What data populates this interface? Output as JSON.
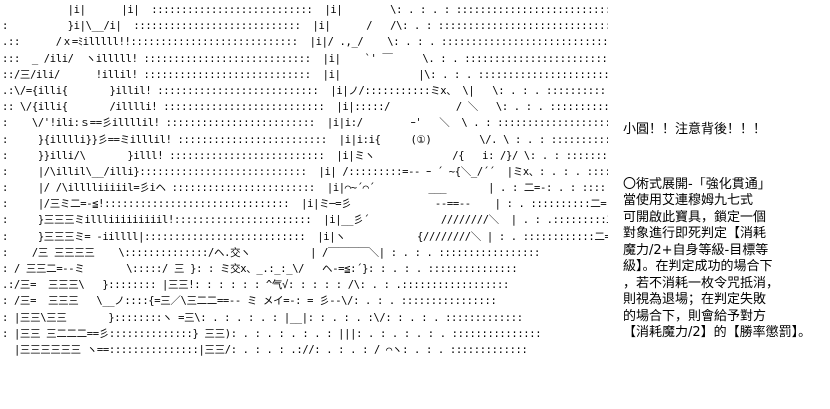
{
  "art_lines": [
    "           |i|      |i|  :::::::::::::::::::::::::::  |i|        \\: . : . : ::::::::::::::::::::::::::::::::",
    ":          }i|\\__/i|  ::::::::::::::::::::::::::::  |i|      /   /\\: . : ::::::::::::::::::::::::::::::::::",
    ".::      /ｘ=ﾐilllll!!::::::::::::::::::::::::::::  |i|/ .,_/    \\: . : . ::::::::::::::::::::::::::::::::",
    ":::  _ /ili/  ヽilllll! ::::::::::::::::::::::::::::  |i|    `' ￣     \\. : . ::::::::::::::::::::::::::::::",
    "::/三/ili/      !illil! ::::::::::::::::::::::::::::  |i|             |\\: . : . :::::::::::::::::::::::::::",
    ".:\\/={illi{       }illil! :::::::::::::::::::::::::::  |i|ノ/:::::::::::ミx、 \\|   \\: . : . ::::::::::::::::::::",
    ":: \\/{illi{       /illlli! :::::::::::::::::::::::::::  |i|:::::/           / ＼   \\: . : . :::::::::::::::::",
    ":    \\/'!ili:ｓ==彡illllil! :::::::::::::::::::::::::  |i|i:/        ｰ'   ＼  \\ . : :::::::::::::::::::::::",
    ":     }{illlli}}彡==ミilllil! :::::::::::::::::::::::::  |i|i:i{     (①)        \\/. \\ : . : ::::::::::::::",
    ":     }}illi/\\       }illl! ::::::::::::::::::::::::::  |i|ミヽ             /{   i: /}/ \\: . : :::::::::",
    ":     |/\\illil\\__/illi}::::::::::::::::::::::::::::  |i| /:::::::::=-- ｰ ´ ~{＼_/´´  |ミx、: . : . :::::::",
    ":     |/ /\\illlliiiiil=彡iヘ ::::::::::::::::::::::::  |i|⌒~´⌒´         ___       | . : 二=-: . : ::::::",
    ":     |/三ミ二=-≦!:::::::::::::::::::::::::::::::  |i|ミ─=彡              --==--    | : . ::::::::::二=-: : .::",
    ":     }三三三ミillliiiiiiiiil!:::::::::::::::::::::::  |i|__彡´            ////////＼  | . : .:::::::::二=-: : .::",
    ":     }三三三ミ= -iillll|:::::::::::::::::::::::::::  |i|ヽ            {////////＼ | : . ::::::::::::二=-::::",
    ":    /三 三三三三    \\::::::::::::::/ヘ.交ヽ          | /￣￣￣￣＼| : . : . :::::::::::::::::",
    ": / 三三二=--ミ       \\:::::/ 三 }: : ミ交x、_.:_:_\\/   ヘ-=≦:´}: : . : . :::::::::::::::",
    ".:/三=  三三三\\   }:::::::: |三三!: : : : : : ^气√: : : : : /\\: . : .::::::::::::::::::",
    ": /三=  三三三   \\__ノ::::{=三／\\三二二==-- ミ メイ=-: = 彡--\\/: . : . ::::::::::::::::",
    ": |三三\\三三       }::::::::ヽ =三\\: . : . : . : |__|: : . : . :\\/: : . : . :::::::::::::",
    ": |三三 三二二二==彡::::::::::::::} 三三): . : . : . : . : |||: . : . : . : . :::::::::::::::",
    "  |三三三三三三 ヽ==:::::::::::::::|三三/: . : . : .://: . : . : / ⌒ヽ: . : . :::::::::::::"
  ],
  "warning_text": "小圓！！注意背後！！！",
  "explanation_lines": [
    "〇術式展開-「強化貫通」",
    "當使用艾連穆姆九七式",
    "可開啟此寶具，鎖定一個",
    "對象進行即死判定【消耗",
    "魔力/2+自身等級-目標等",
    "級】。在判定成功的場合下",
    "，若不消耗一枚令咒抵消，",
    "則視為退場；在判定失敗",
    "的場合下，則會給予對方",
    "【消耗魔力/2】的【勝率懲罰】。"
  ]
}
